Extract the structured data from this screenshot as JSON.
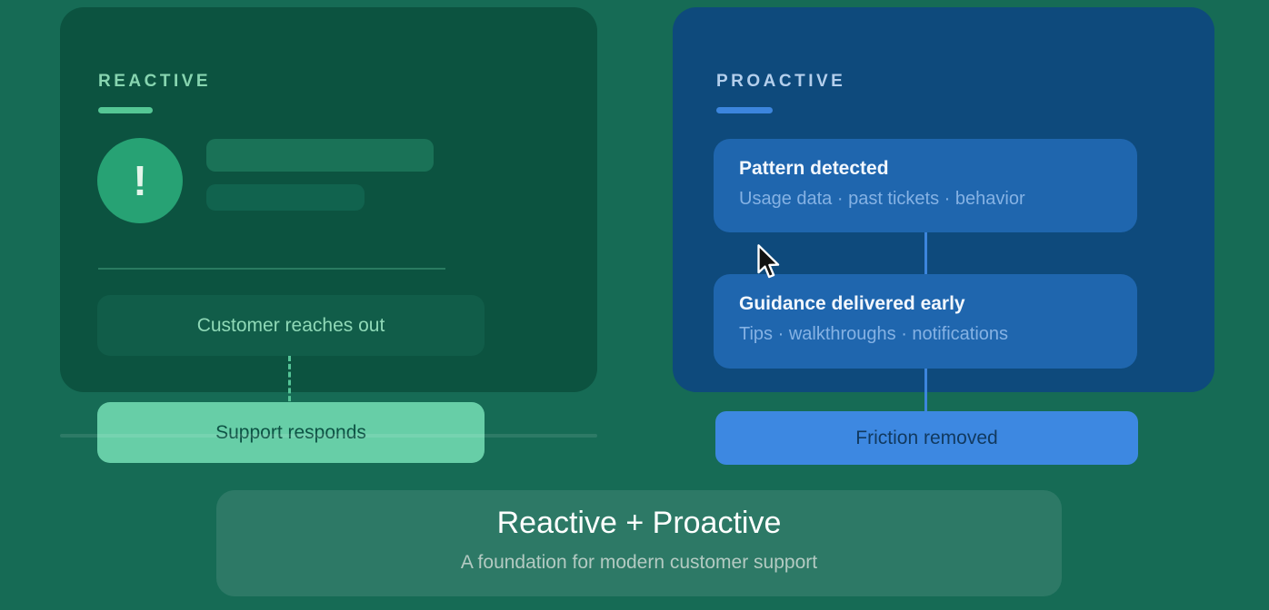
{
  "palette": {
    "page_bg": "#166b55",
    "left_card_bg": "#0c5340",
    "left_box_bg": "#115d49",
    "icon_green": "#27a274",
    "header_green": "#87d5b0",
    "underline_green": "#55c795",
    "mint_text": "#8fd9b7",
    "support_bg": "#67cea7",
    "support_text": "#0d5244",
    "right_card_bg": "#0e4a7c",
    "header_blue": "#b4cfec",
    "accent_blue": "#3c85dd",
    "step_bg": "#1f66ae",
    "step_title": "#f2f7fd",
    "step_sub": "#85b2e4",
    "friction_bg": "#3d88e1",
    "friction_text": "#11395f",
    "banner_bg": "#2d7966",
    "banner_title": "#fdfffe",
    "banner_sub": "#b3cac2"
  },
  "left_panel": {
    "title": "REACTIVE",
    "alert_icon": "!",
    "customer_label": "Customer reaches out",
    "support_label": "Support responds"
  },
  "right_panel": {
    "title": "PROACTIVE",
    "steps": [
      {
        "title": "Pattern detected",
        "subtitle": "Usage data · past tickets · behavior"
      },
      {
        "title": "Guidance delivered early",
        "subtitle": "Tips · walkthroughs · notifications"
      }
    ],
    "result_label": "Friction removed"
  },
  "footer": {
    "title": "Reactive + Proactive",
    "subtitle": "A foundation for modern customer support"
  }
}
